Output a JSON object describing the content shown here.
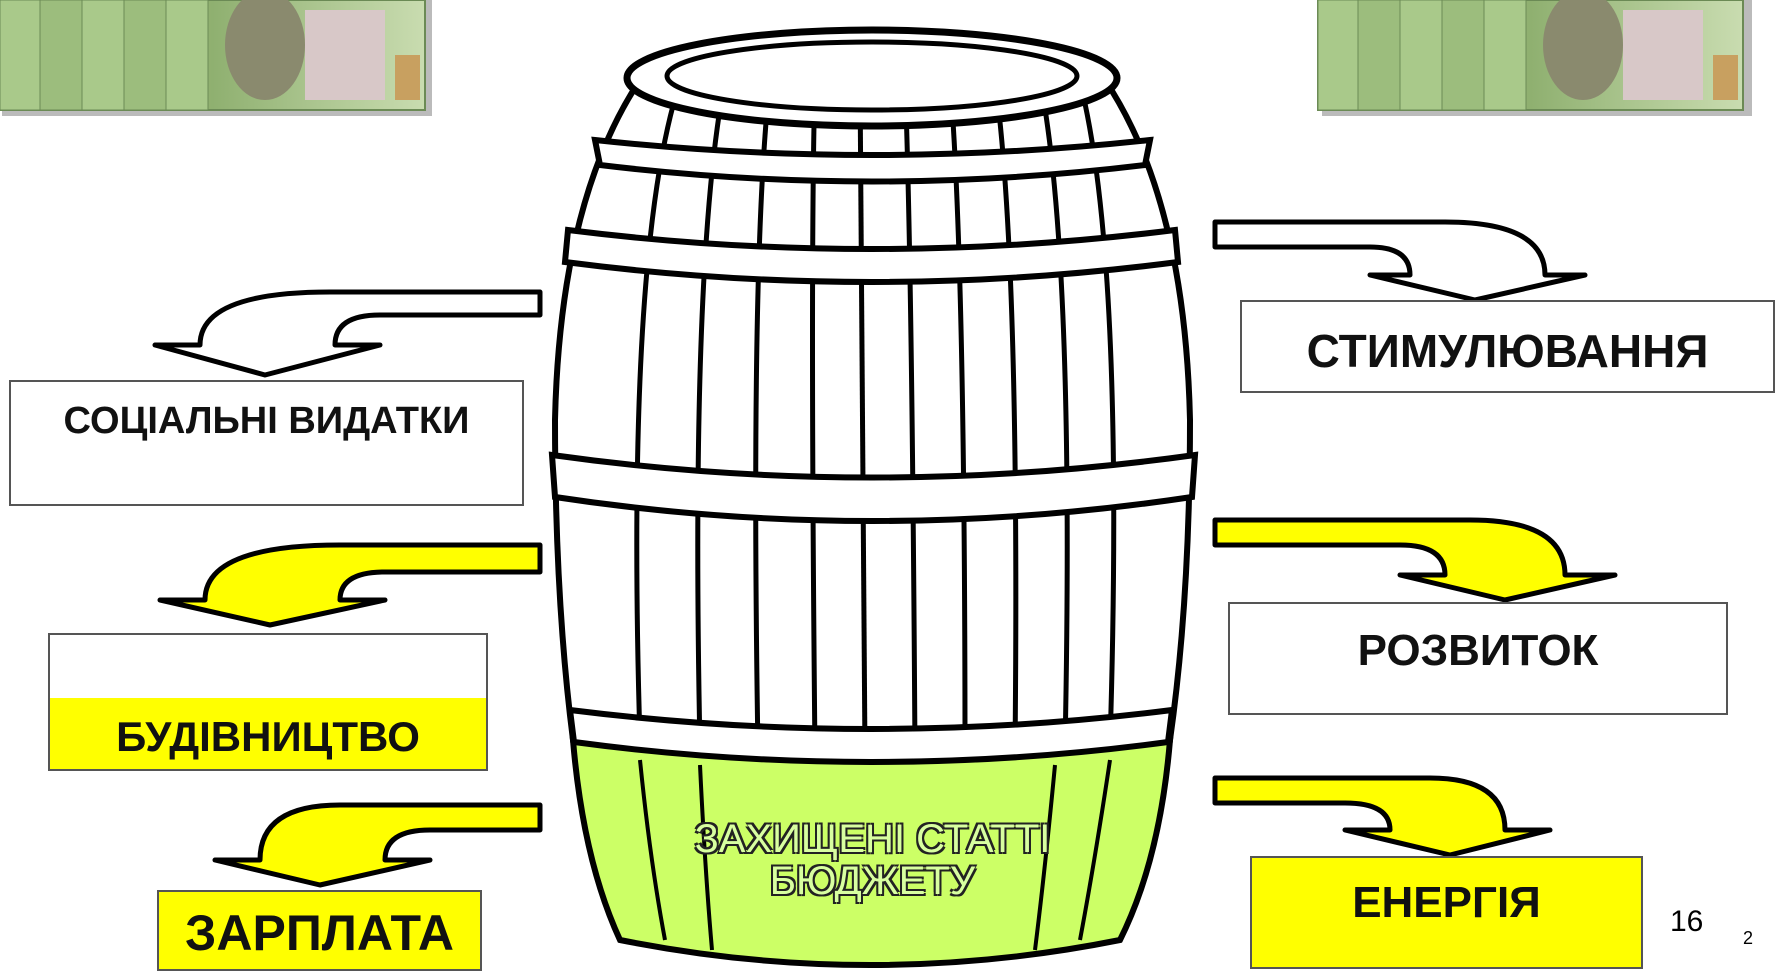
{
  "barrel": {
    "protected_label_line1": "ЗАХИЩЕНІ СТАТТІ",
    "protected_label_line2": "БЮДЖЕТУ"
  },
  "boxes": {
    "social": "СОЦІАЛЬНІ ВИДАТКИ",
    "construction": "БУДІВНИЦТВО",
    "salary": "ЗАРПЛАТА",
    "stimulation": "СТИМУЛЮВАННЯ",
    "development": "РОЗВИТОК",
    "energy": "ЕНЕРГІЯ"
  },
  "page": {
    "number": "16",
    "sub_number": "2"
  },
  "colors": {
    "yellow": "#ffff00",
    "protected_green": "#ccff66",
    "banknote_green": "#9bbf7a"
  },
  "icons": [
    "banknote-stack-icon",
    "barrel-icon",
    "curved-arrow-icon"
  ]
}
